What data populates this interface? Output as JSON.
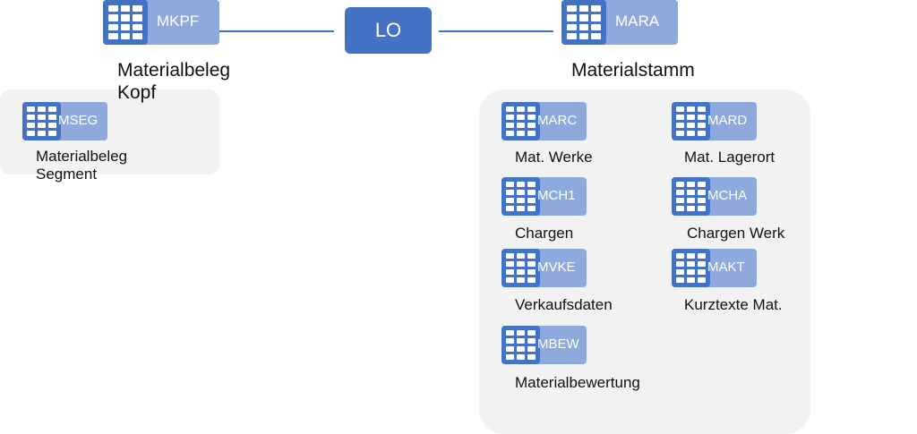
{
  "center": {
    "label": "LO"
  },
  "nodes": {
    "mkpf": {
      "code": "MKPF",
      "caption_line1": "Materialbeleg",
      "caption_line2": "Kopf"
    },
    "mara": {
      "code": "MARA",
      "caption": "Materialstamm"
    },
    "mseg": {
      "code": "MSEG",
      "caption_line1": "Materialbeleg",
      "caption_line2": "Segment"
    },
    "marc": {
      "code": "MARC",
      "caption": "Mat. Werke"
    },
    "mard": {
      "code": "MARD",
      "caption": "Mat. Lagerort"
    },
    "mch1": {
      "code": "MCH1",
      "caption": "Chargen"
    },
    "mcha": {
      "code": "MCHA",
      "caption": "Chargen Werk"
    },
    "mvke": {
      "code": "MVKE",
      "caption": "Verkaufsdaten"
    },
    "makt": {
      "code": "MAKT",
      "caption": "Kurztexte Mat."
    },
    "mbew": {
      "code": "MBEW",
      "caption": "Materialbewertung"
    }
  },
  "colors": {
    "icon": "#4472c4",
    "tag": "#8ea9db",
    "group_background": "#f2f2f2",
    "connector": "#4472c4"
  },
  "icon_name": "table-icon"
}
